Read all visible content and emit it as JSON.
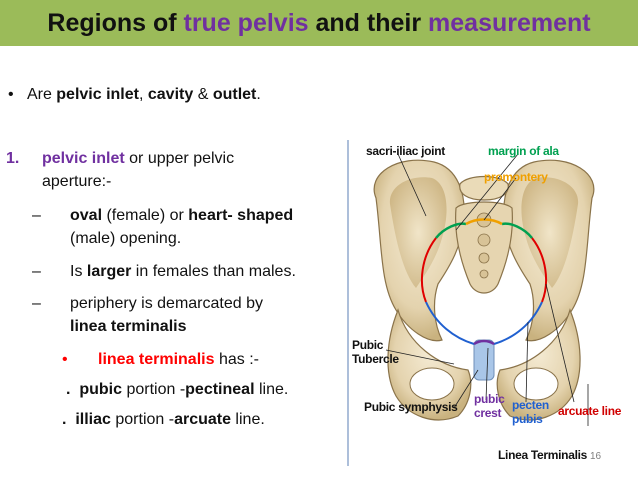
{
  "title": {
    "part1": "Regions of ",
    "part2": "true pelvis",
    "part3": " and their ",
    "part4": "measurement"
  },
  "bullet1": {
    "prefix": "Are ",
    "inlet": "pelvic inlet",
    "comma": ", ",
    "cavity": "cavity",
    "amp": " & ",
    "outlet": "outlet",
    "end": "."
  },
  "item1": {
    "number": "1.",
    "title": "pelvic inlet",
    "rest": " or upper pelvic",
    "line2": "aperture:-"
  },
  "sub1": {
    "dash": "–",
    "oval": "oval",
    "mid": " (female) or ",
    "heart": "heart- shaped",
    "line2": "(male) opening."
  },
  "sub2": {
    "dash": "–",
    "pre": "Is ",
    "larger": "larger",
    "post": " in females than males."
  },
  "sub3": {
    "dash": "–",
    "line1": "periphery is demarcated by",
    "line2": "linea terminalis"
  },
  "subsub": {
    "bullet": "•",
    "term": "linea terminalis",
    "rest": " has :-"
  },
  "pubic": {
    "dot": ".",
    "bold": "pubic",
    "mid": " portion -",
    "bold2": "pectineal",
    "end": " line."
  },
  "iliac": {
    "dot": ".",
    "bold": "illiac",
    "mid": " portion -",
    "bold2": "arcuate",
    "end": " line."
  },
  "figure": {
    "sacroiliac": "sacri-iliac joint",
    "margin_ala": "margin of ala",
    "promontery": "promontery",
    "pubic_tubercle_1": "Pubic",
    "pubic_tubercle_2": "Tubercle",
    "pubic_symphysis": "Pubic symphysis",
    "pubic_crest_1": "pubic",
    "pubic_crest_2": "crest",
    "pecten_1": "pecten",
    "pecten_2": "pubis",
    "arcuate": "arcuate line",
    "linea": "Linea Terminalis",
    "colors": {
      "label_dark": "#111111",
      "label_green": "#00a050",
      "label_orange": "#f0a000",
      "label_purple": "#7030a0",
      "label_red": "#d00000",
      "bone": "#e9dcc0"
    }
  },
  "page_number": "16",
  "colors": {
    "title_bar": "#9bbb59",
    "accent_purple": "#7030a0",
    "accent_red": "#ff0000"
  }
}
